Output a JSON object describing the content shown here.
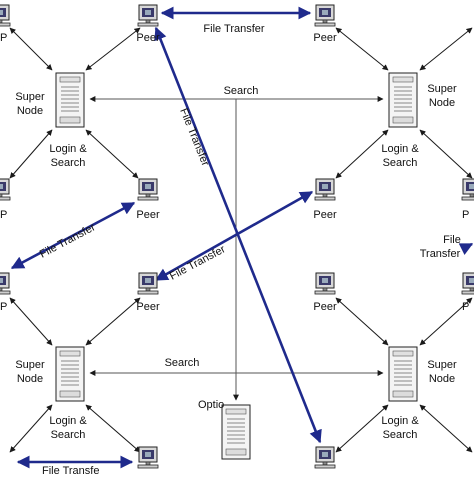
{
  "colors": {
    "black_line": "#1a1a1a",
    "gray_line": "#666666",
    "blue_line": "#1f2a8c",
    "monitor_screen": "#3a3a6a",
    "server_body": "#f4f4f4"
  },
  "labels": {
    "peer": "Peer",
    "super": "Super",
    "node": "Node",
    "login": "Login &",
    "search_word": "Search",
    "search": "Search",
    "file_transfer": "File Transfer",
    "file": "File",
    "transfer": "Transfer",
    "option": "Optio",
    "ft_partial": "File Transfe",
    "p_partial": "P"
  },
  "icons": {
    "peer": "computer-monitor-icon",
    "server": "server-tower-icon"
  }
}
